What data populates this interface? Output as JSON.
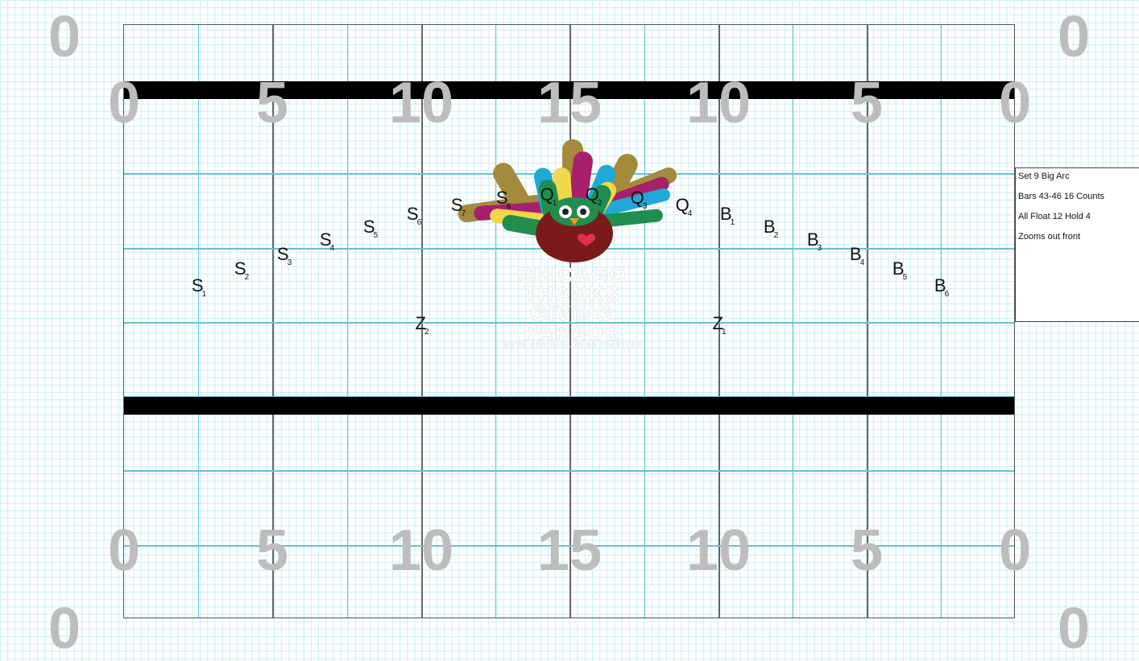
{
  "field": {
    "top_numbers": [
      "0",
      "5",
      "10",
      "15",
      "10",
      "5",
      "0"
    ],
    "bottom_numbers": [
      "0",
      "5",
      "10",
      "15",
      "10",
      "5",
      "0"
    ],
    "corner_numbers": [
      "0",
      "0",
      "0",
      "0"
    ]
  },
  "info": {
    "set": "Set 9  Big Arc",
    "bars": "Bars 43-46  16 Counts",
    "move": "All Float 12 Hold 4",
    "note": "Zooms out front"
  },
  "logo": {
    "line1": "CHICAGO",
    "line2": "THANKS",
    "line3": "GIVING",
    "line4": "PARADE",
    "tagline": "WE'RE GRATEFUL TO BE TOGETHER",
    "colors": {
      "brown": "#a58a3c",
      "green": "#1f8e4e",
      "yellow": "#f1d84a",
      "magenta": "#a81f6e",
      "blue": "#1ea9d6",
      "body": "#7a1a1a",
      "heart": "#e0304a"
    }
  },
  "marchers": {
    "S1": {
      "symbol": "S",
      "sub": "1"
    },
    "S2": {
      "symbol": "S",
      "sub": "2"
    },
    "S3": {
      "symbol": "S",
      "sub": "3"
    },
    "S4": {
      "symbol": "S",
      "sub": "4"
    },
    "S5": {
      "symbol": "S",
      "sub": "5"
    },
    "S6": {
      "symbol": "S",
      "sub": "6"
    },
    "S7": {
      "symbol": "S",
      "sub": "7"
    },
    "S8": {
      "symbol": "S",
      "sub": "8"
    },
    "Q1": {
      "symbol": "Q",
      "sub": "1"
    },
    "Q2": {
      "symbol": "Q",
      "sub": "2"
    },
    "Q3": {
      "symbol": "Q",
      "sub": "3"
    },
    "Q4": {
      "symbol": "Q",
      "sub": "4"
    },
    "B1": {
      "symbol": "B",
      "sub": "1"
    },
    "B2": {
      "symbol": "B",
      "sub": "2"
    },
    "B3": {
      "symbol": "B",
      "sub": "3"
    },
    "B4": {
      "symbol": "B",
      "sub": "4"
    },
    "B5": {
      "symbol": "B",
      "sub": "5"
    },
    "B6": {
      "symbol": "B",
      "sub": "6"
    },
    "Z1": {
      "symbol": "Z",
      "sub": "1"
    },
    "Z2": {
      "symbol": "Z",
      "sub": "2"
    }
  }
}
